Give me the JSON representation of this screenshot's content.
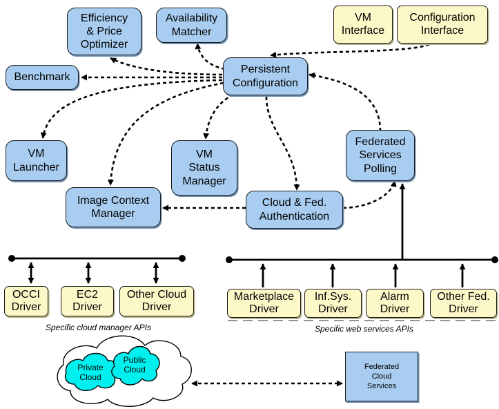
{
  "components": {
    "efficiency_optimizer": "Efficiency\n& Price\nOptimizer",
    "availability_matcher": "Availability\nMatcher",
    "benchmark": "Benchmark",
    "persistent_configuration": "Persistent\nConfiguration",
    "vm_launcher": "VM\nLauncher",
    "vm_status_manager": "VM\nStatus\nManager",
    "federated_services_polling": "Federated\nServices\nPolling",
    "image_context_manager": "Image Context\nManager",
    "cloud_fed_authentication": "Cloud & Fed.\nAuthentication"
  },
  "interfaces": {
    "vm_interface": "VM\nInterface",
    "configuration_interface": "Configuration\nInterface"
  },
  "cloud_drivers": [
    "OCCI\nDriver",
    "EC2\nDriver",
    "Other Cloud\nDriver"
  ],
  "web_service_drivers": [
    "Marketplace\nDriver",
    "Inf.Sys.\nDriver",
    "Alarm\nDriver",
    "Other Fed.\nDriver"
  ],
  "captions": {
    "cloud_apis": "Specific cloud manager  APIs",
    "web_apis": "Specific web services APIs"
  },
  "clouds": {
    "private": "Private\nCloud",
    "public": "Public\nCloud"
  },
  "federated_cloud_services": "Federated\nCloud\nServices",
  "colors": {
    "component_fill": "#a9cdf0",
    "driver_fill": "#fdf8c8",
    "cloud_fill": "#00f0f0"
  }
}
